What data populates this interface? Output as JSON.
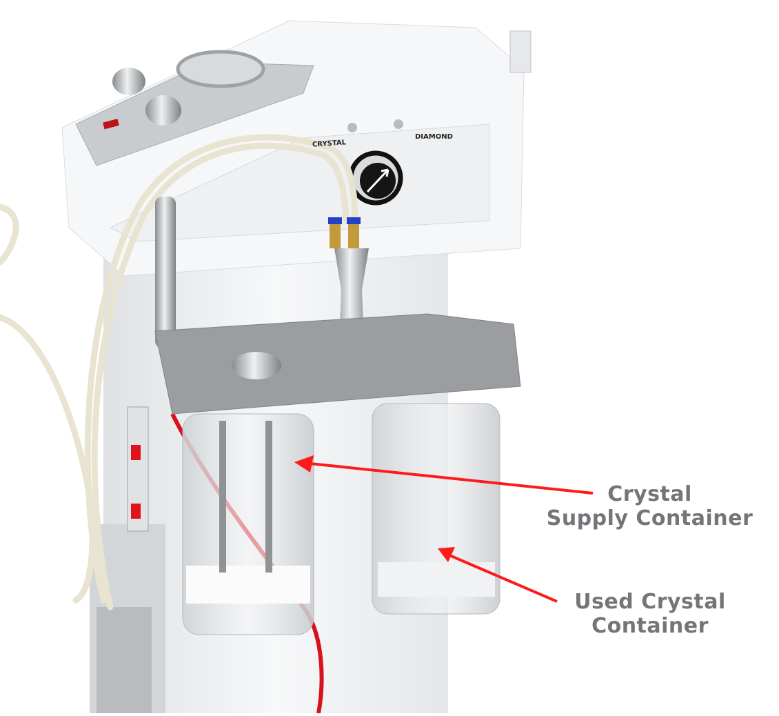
{
  "device": {
    "panel_labels": {
      "crystal": "CRYSTAL",
      "diamond": "DIAMOND"
    }
  },
  "annotations": [
    {
      "line1": "Crystal",
      "line2": "Supply Container",
      "color": "#737578"
    },
    {
      "line1": "Used Crystal",
      "line2": "Container",
      "color": "#737578"
    }
  ],
  "colors": {
    "arrow": "#ff1a1a",
    "label": "#737578",
    "body": "#f4f5f6",
    "tray": "#9a9c9e"
  }
}
